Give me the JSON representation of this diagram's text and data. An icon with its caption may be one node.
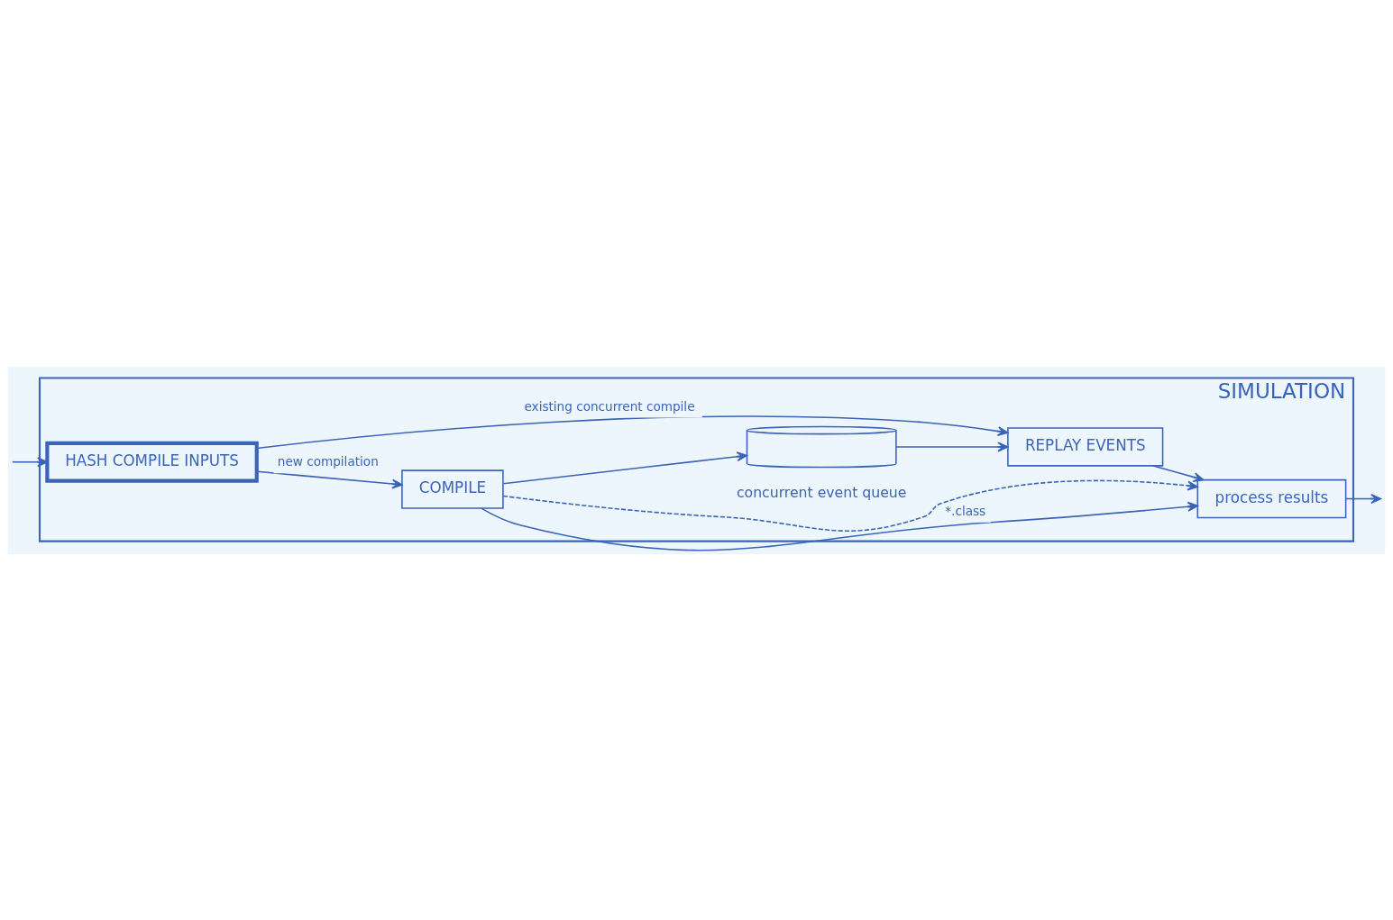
{
  "diagram": {
    "nodes": [
      {
        "text": [
          "SIMULATION"
        ]
      },
      {
        "text": [
          "HASH COMPILE INPUTS"
        ],
        "in": 0
      },
      {
        "text": [
          "COMPILE"
        ],
        "in": 0
      },
      {
        "text": [],
        "shape": "cylinder",
        "beside": [
          "concurrent event queue"
        ],
        "in": 0
      },
      {
        "text": [
          "REPLAY EVENTS"
        ],
        "in": 0
      },
      {
        "text": [
          "process results"
        ],
        "in": 0
      }
    ],
    "edges": [
      {
        "from": null,
        "to": 1,
        "arrow": "to"
      },
      {
        "from": 1,
        "to": 4,
        "arrow": "to",
        "label": "existing concurrent compile"
      },
      {
        "from": 1,
        "to": 2,
        "arrow": "to",
        "label": "new compilation"
      },
      {
        "from": 2,
        "to": 3,
        "arrow": "to"
      },
      {
        "from": 3,
        "to": 4,
        "arrow": "to"
      },
      {
        "from": 2,
        "to": 5,
        "arrow": "to",
        "label": "*.class"
      },
      {
        "from": 2,
        "to": 5,
        "arrow": "to",
        "style": "dashed"
      },
      {
        "from": 4,
        "to": 5,
        "arrow": "to"
      },
      {
        "from": 5,
        "to": null,
        "arrow": "to"
      }
    ]
  }
}
